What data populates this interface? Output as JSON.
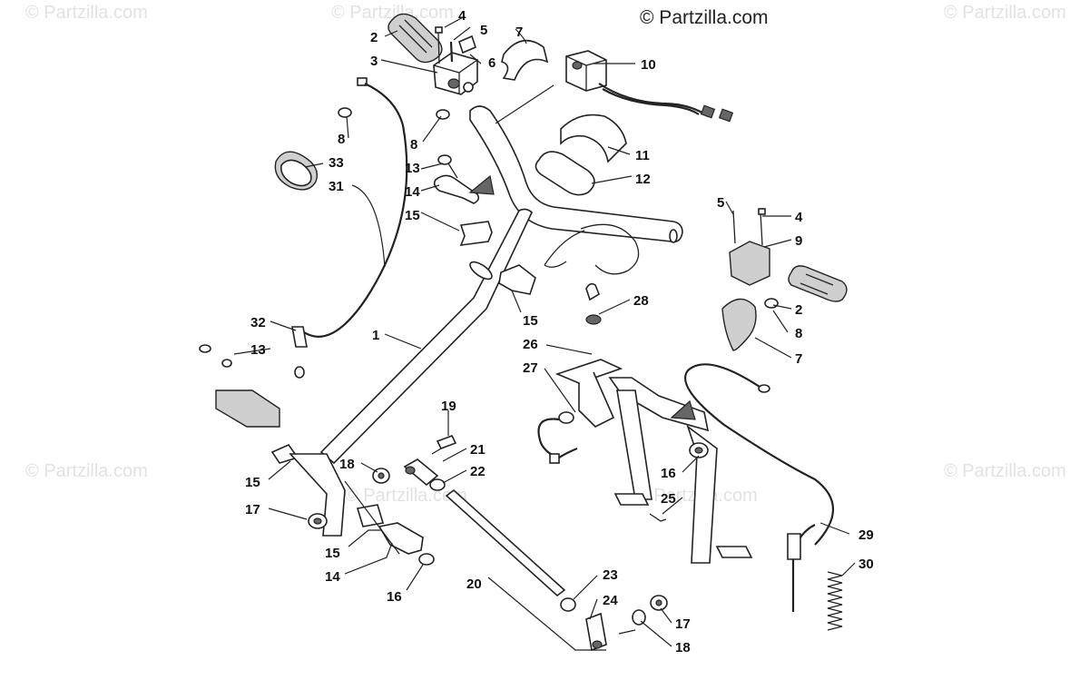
{
  "copyright": "© Partzilla.com",
  "watermark": "© Partzilla.com",
  "callouts": [
    "1",
    "2",
    "3",
    "4",
    "5",
    "6",
    "7",
    "8",
    "10",
    "11",
    "12",
    "13",
    "14",
    "15",
    "16",
    "17",
    "18",
    "19",
    "20",
    "21",
    "22",
    "23",
    "24",
    "25",
    "26",
    "27",
    "28",
    "29",
    "30",
    "31",
    "32",
    "33",
    "9"
  ]
}
